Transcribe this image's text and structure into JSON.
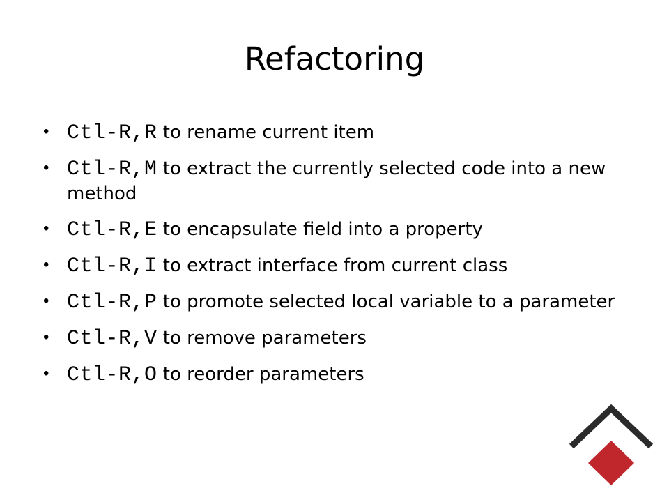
{
  "slide": {
    "title": "Refactoring",
    "bullets": [
      {
        "shortcut": "Ctl-R,R",
        "text": " to rename current item"
      },
      {
        "shortcut": "Ctl-R,M",
        "text": " to extract the currently selected code into a new method"
      },
      {
        "shortcut": "Ctl-R,E",
        "text": " to encapsulate field into a property"
      },
      {
        "shortcut": "Ctl-R,I",
        "text": " to extract interface from current class"
      },
      {
        "shortcut": "Ctl-R,P",
        "text": " to promote selected local variable to a parameter"
      },
      {
        "shortcut": "Ctl-R,V",
        "text": " to remove parameters"
      },
      {
        "shortcut": "Ctl-R,O",
        "text": " to reorder parameters"
      }
    ],
    "bullet_glyph": "•",
    "logo": {
      "icon": "chevron-diamond-logo-icon",
      "chevron_color": "#2b2b2b",
      "diamond_color": "#c0272d"
    }
  }
}
